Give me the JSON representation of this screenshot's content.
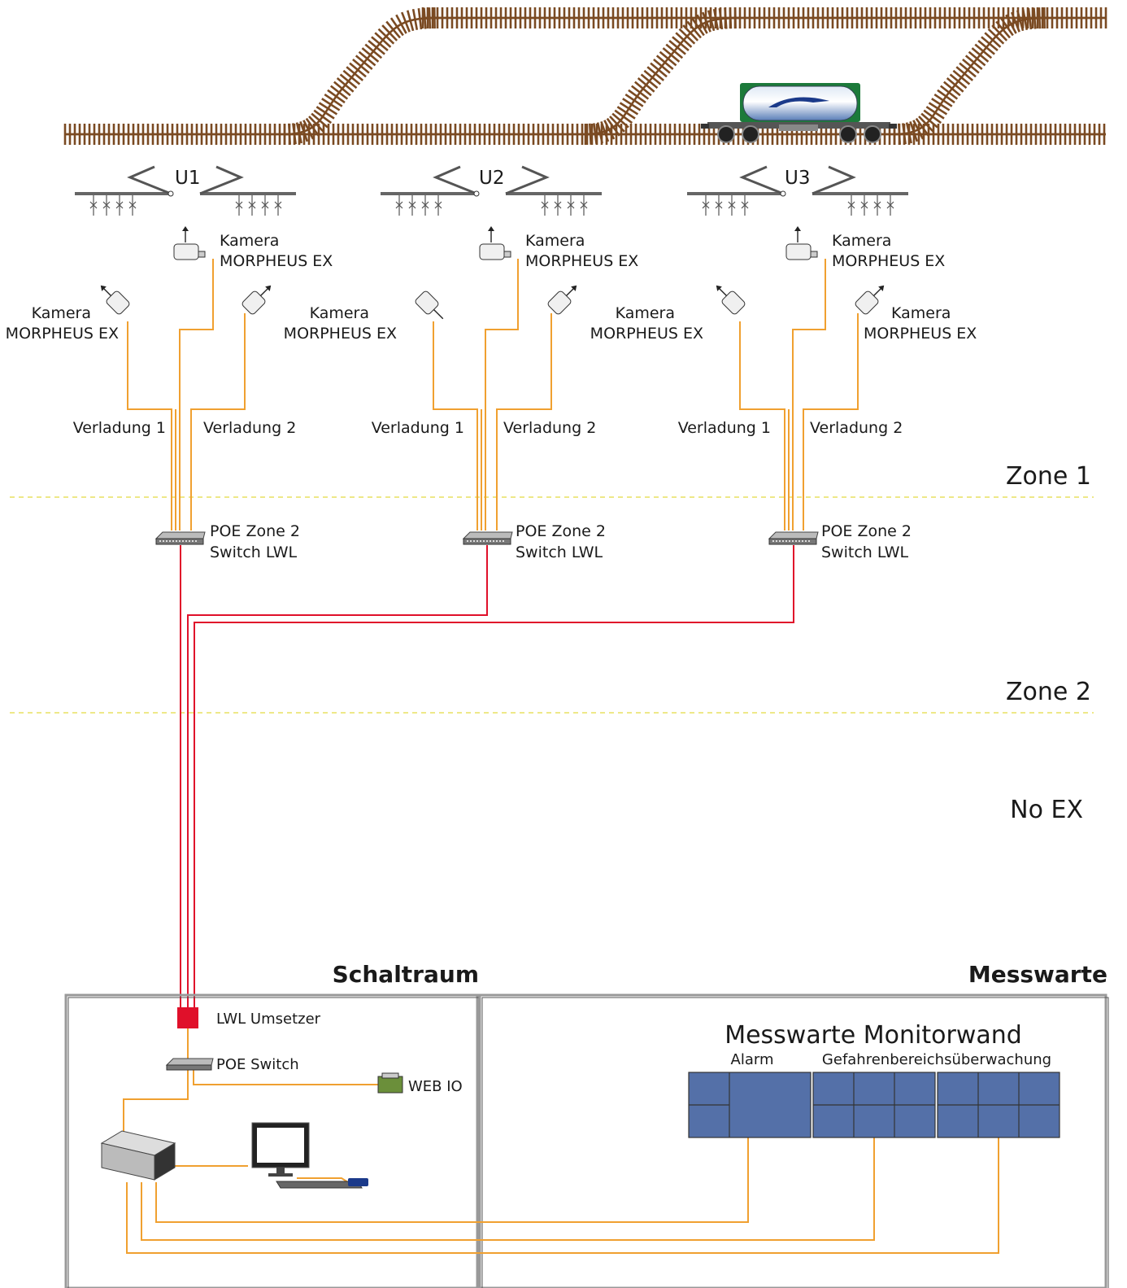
{
  "zones": [
    "Zone 1",
    "Zone 2",
    "No EX"
  ],
  "units": [
    {
      "label": "U1",
      "camera_top": {
        "line1": "Kamera",
        "line2": "MORPHEUS EX"
      },
      "camera_left": {
        "line1": "Kamera",
        "line2": "MORPHEUS EX"
      },
      "loading_left": "Verladung 1",
      "loading_right": "Verladung 2",
      "switch": {
        "line1": "POE Zone 2",
        "line2": "Switch LWL"
      }
    },
    {
      "label": "U2",
      "camera_top": {
        "line1": "Kamera",
        "line2": "MORPHEUS EX"
      },
      "camera_left": {
        "line1": "Kamera",
        "line2": "MORPHEUS EX"
      },
      "loading_left": "Verladung 1",
      "loading_right": "Verladung 2",
      "switch": {
        "line1": "POE Zone 2",
        "line2": "Switch LWL"
      }
    },
    {
      "label": "U3",
      "camera_top": {
        "line1": "Kamera",
        "line2": "MORPHEUS EX"
      },
      "camera_left": {
        "line1": "Kamera",
        "line2": "MORPHEUS EX"
      },
      "camera_right": {
        "line1": "Kamera",
        "line2": "MORPHEUS EX"
      },
      "loading_left": "Verladung 1",
      "loading_right": "Verladung 2",
      "switch": {
        "line1": "POE Zone 2",
        "line2": "Switch LWL"
      }
    }
  ],
  "rooms": {
    "schaltraum": {
      "title": "Schaltraum",
      "lwl_converter": "LWL Umsetzer",
      "poe_switch": "POE Switch",
      "web_io": "WEB IO"
    },
    "messwarte": {
      "title": "Messwarte",
      "monitor_wall_title": "Messwarte Monitorwand",
      "groups": [
        "Alarm",
        "Gefahrenbereichsüberwachung"
      ]
    }
  },
  "colors": {
    "rail": "#7a4a22",
    "ethernet_cable": "#f0a030",
    "fiber_cable": "#e0102a",
    "zone_boundary": "#e8e060",
    "monitor": "#5470a8",
    "converter": "#e0102a",
    "wagon": "#1c7a3a"
  }
}
